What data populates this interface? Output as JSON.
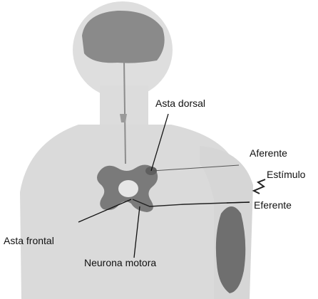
{
  "diagram": {
    "labels": {
      "asta_dorsal": "Asta dorsal",
      "aferente": "Aferente",
      "estimulo": "Estímulo",
      "eferente": "Eferente",
      "asta_frontal": "Asta frontal",
      "neurona_motora": "Neurona motora"
    },
    "colors": {
      "figure_fill": "#d9d9d9",
      "brain_fill": "#8a8a8a",
      "spinal_fill": "#7a7a7a",
      "muscle_fill": "#6f6f6f",
      "line": "#222222"
    }
  }
}
